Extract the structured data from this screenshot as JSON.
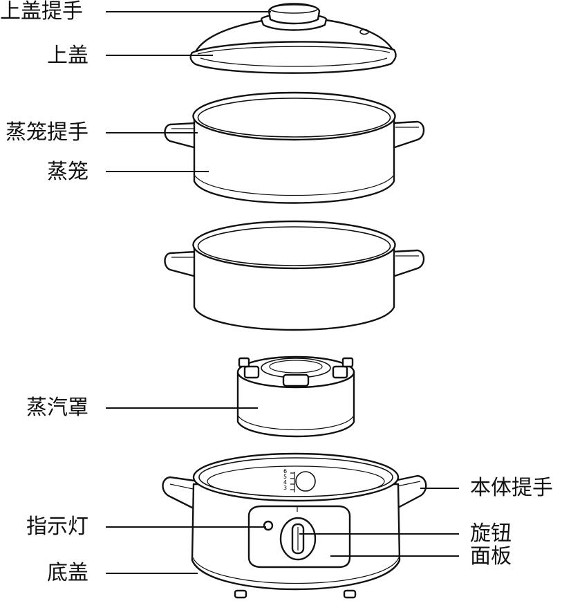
{
  "labels": {
    "lid_handle": "上盖提手",
    "lid": "上盖",
    "steamer_handle": "蒸笼提手",
    "steamer": "蒸笼",
    "steam_hood": "蒸汽罩",
    "indicator_light": "指示灯",
    "bottom_cover": "底盖",
    "body_handle": "本体提手",
    "knob": "旋钮",
    "panel": "面板"
  },
  "scale_marks": [
    "6",
    "5",
    "4",
    "3"
  ],
  "colors": {
    "line": "#111111",
    "background": "#ffffff"
  }
}
